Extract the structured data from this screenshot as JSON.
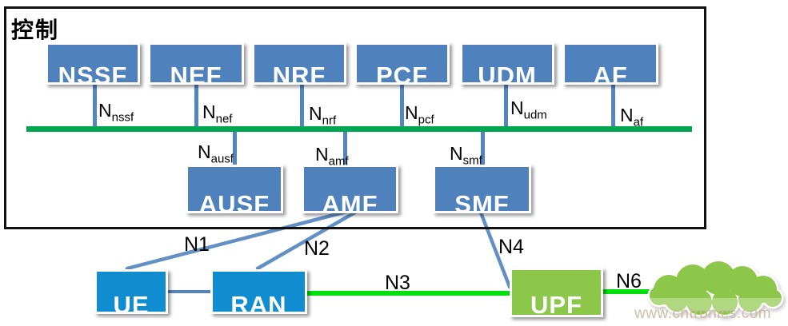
{
  "frame": {
    "title": "控制"
  },
  "nodes": {
    "nssf": "NSSF",
    "nef": "NEF",
    "nrf": "NRF",
    "pcf": "PCF",
    "udm": "UDM",
    "af": "AF",
    "ausf": "AUSF",
    "amf": "AMF",
    "smf": "SMF",
    "ue": "UE",
    "ran": "RAN",
    "upf": "UPF"
  },
  "interfaces": {
    "nssf": {
      "main": "N",
      "sub": "nssf"
    },
    "nef": {
      "main": "N",
      "sub": "nef"
    },
    "nrf": {
      "main": "N",
      "sub": "nrf"
    },
    "pcf": {
      "main": "N",
      "sub": "pcf"
    },
    "udm": {
      "main": "N",
      "sub": "udm"
    },
    "af": {
      "main": "N",
      "sub": "af"
    },
    "ausf": {
      "main": "N",
      "sub": "ausf"
    },
    "amf": {
      "main": "N",
      "sub": "amf"
    },
    "smf": {
      "main": "N",
      "sub": "smf"
    }
  },
  "links": {
    "n1": "N1",
    "n2": "N2",
    "n3": "N3",
    "n4": "N4",
    "n6": "N6"
  },
  "watermark": "www.cntronics.com",
  "colors": {
    "node_blue": "#4f81bd",
    "node_bright_blue": "#0f8dd0",
    "node_green": "#8dc74a",
    "bus_green": "#00a651",
    "data_line_green": "#00df0b",
    "connector_blue": "#5585bf"
  }
}
